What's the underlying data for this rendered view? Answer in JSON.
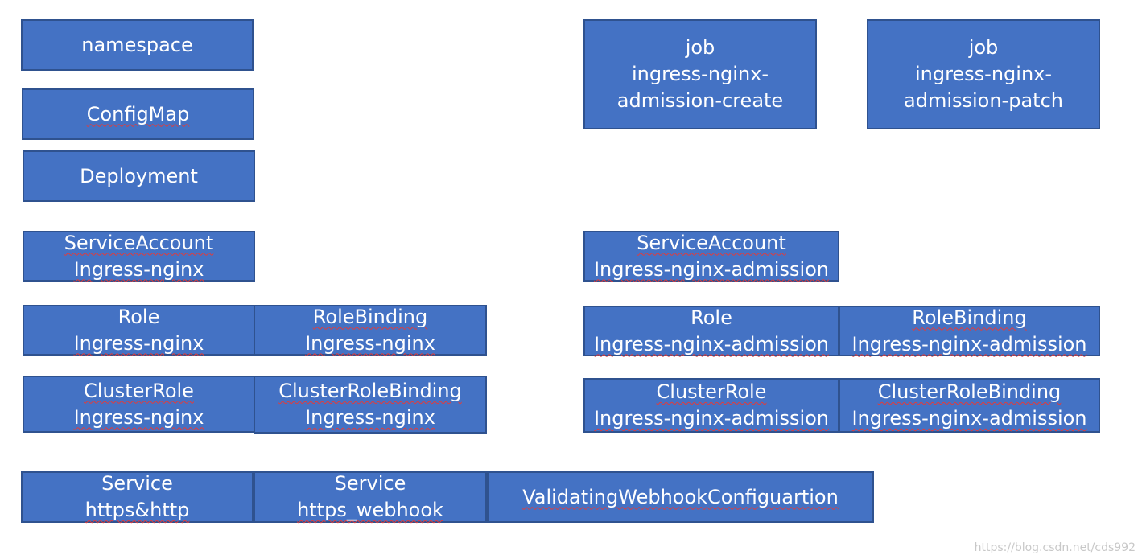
{
  "boxes": {
    "namespace": {
      "l1": "namespace"
    },
    "configmap": {
      "l1": "ConfigMap"
    },
    "deployment": {
      "l1": "Deployment"
    },
    "service_account": {
      "l1": "ServiceAccount",
      "l2": "Ingress-nginx"
    },
    "role": {
      "l1": "Role",
      "l2": "Ingress-nginx"
    },
    "role_binding": {
      "l1": "RoleBinding",
      "l2": "Ingress-nginx"
    },
    "cluster_role": {
      "l1": "ClusterRole",
      "l2": "Ingress-nginx"
    },
    "cluster_role_binding": {
      "l1": "ClusterRoleBinding",
      "l2": "Ingress-nginx"
    },
    "service_http": {
      "l1": "Service",
      "l2": "https&http"
    },
    "service_webhook": {
      "l1": "Service",
      "l2": "https_webhook"
    },
    "validating_webhook": {
      "l1": "ValidatingWebhookConfiguartion"
    },
    "job_create": {
      "l1": "job",
      "l2": "ingress-nginx-",
      "l3": "admission-create"
    },
    "job_patch": {
      "l1": "job",
      "l2": "ingress-nginx-",
      "l3": "admission-patch"
    },
    "admission_service_account": {
      "l1": "ServiceAccount",
      "l2": "Ingress-nginx-admission"
    },
    "admission_role": {
      "l1": "Role",
      "l2": "Ingress-nginx-admission"
    },
    "admission_role_binding": {
      "l1": "RoleBinding",
      "l2": "Ingress-nginx-admission"
    },
    "admission_cluster_role": {
      "l1": "ClusterRole",
      "l2": "Ingress-nginx-admission"
    },
    "admission_cluster_role_binding": {
      "l1": "ClusterRoleBinding",
      "l2": "Ingress-nginx-admission"
    }
  },
  "watermark": "https://blog.csdn.net/cds992",
  "colors": {
    "box_fill": "#4472c4",
    "box_border": "#2f528f",
    "text": "#ffffff",
    "spellcheck_underline": "#e23b3b"
  }
}
